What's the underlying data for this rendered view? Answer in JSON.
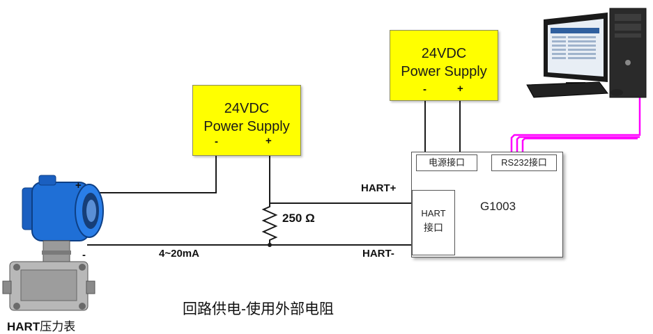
{
  "psu_left": {
    "line1": "24VDC",
    "line2": "Power Supply",
    "neg": "-",
    "pos": "+"
  },
  "psu_right": {
    "line1": "24VDC",
    "line2": "Power Supply",
    "neg": "-",
    "pos": "+"
  },
  "gateway": {
    "name": "G1003",
    "power_port": "电源接口",
    "rs232_port": "RS232接口",
    "hart_port_line1": "HART",
    "hart_port_line2": "接口"
  },
  "labels": {
    "plus": "+",
    "minus": "-",
    "resistor": "250 Ω",
    "current": "4~20mA",
    "hart_plus": "HART+",
    "hart_minus": "HART-",
    "device_bold": "HART",
    "device_rest": "压力表"
  },
  "caption": "回路供电-使用外部电阻",
  "colors": {
    "psu_fill": "#ffff00",
    "serial_cable": "#ff00ff",
    "device_blue": "#1f6fd6"
  }
}
